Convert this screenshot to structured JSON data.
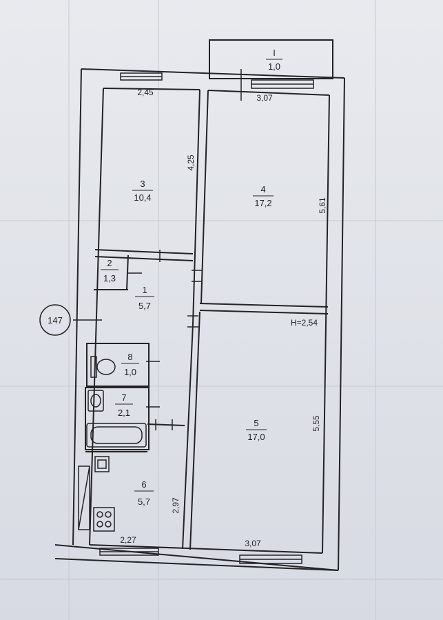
{
  "colors": {
    "background": "#dcdfe6",
    "wall": "#232326",
    "grid": "#c6c9d1"
  },
  "plan_number": "147",
  "ceiling_height": "H=2,54",
  "rooms": [
    {
      "id": "1",
      "number": "1",
      "area": "5,7"
    },
    {
      "id": "2",
      "number": "2",
      "area": "1,3"
    },
    {
      "id": "3",
      "number": "3",
      "area": "10,4"
    },
    {
      "id": "4",
      "number": "4",
      "area": "17,2"
    },
    {
      "id": "5",
      "number": "5",
      "area": "17,0"
    },
    {
      "id": "6",
      "number": "6",
      "area": "5,7"
    },
    {
      "id": "7",
      "number": "7",
      "area": "2,1"
    },
    {
      "id": "8",
      "number": "8",
      "area": "1,0"
    },
    {
      "id": "balcony",
      "number": "I",
      "area": "1,0"
    }
  ],
  "dimensions": {
    "room3_width": "2,45",
    "room3_length": "4,25",
    "room4_width": "3,07",
    "room4_length": "5,61",
    "room5_length": "5,55",
    "room5_width": "3,07",
    "room6_width": "2,27",
    "room6_length": "2,97"
  },
  "icons": [
    "toilet-icon",
    "washbasin-icon",
    "bathtub-icon",
    "sink-icon",
    "stove-icon"
  ]
}
